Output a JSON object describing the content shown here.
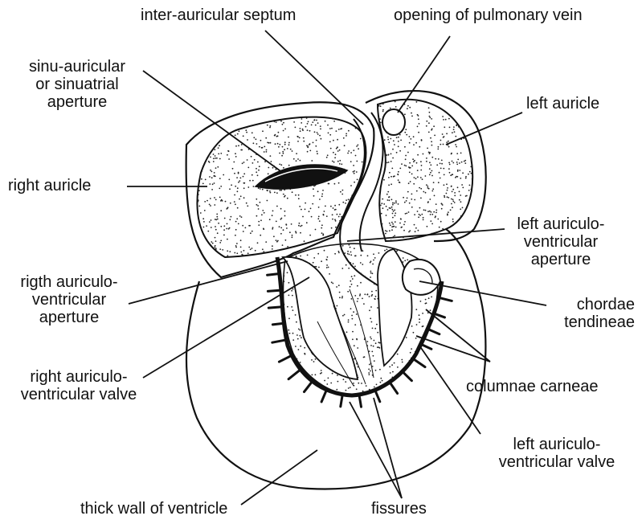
{
  "colors": {
    "ink": "#111111",
    "background": "#ffffff",
    "stipple": "#222222"
  },
  "labels": {
    "inter_auricular_septum": "inter-auricular septum",
    "opening_of_pulmonary_vein": "opening of pulmonary vein",
    "sinu_auricular": [
      "sinu-auricular",
      "or sinuatrial",
      "aperture"
    ],
    "left_auricle": "left auricle",
    "right_auricle": "right auricle",
    "left_av_aperture": [
      "left auriculo-",
      "ventricular",
      "aperture"
    ],
    "right_av_aperture": [
      "rigth auriculo-",
      "ventricular",
      "aperture"
    ],
    "chordae_tendineae": [
      "chordae",
      "tendineae"
    ],
    "right_av_valve": [
      "right auriculo-",
      "ventricular valve"
    ],
    "columnae_carneae": "columnae carneae",
    "left_av_valve": [
      "left auriculo-",
      "ventricular valve"
    ],
    "thick_wall_of_ventricle": "thick wall of ventricle",
    "fissures": "fissures"
  }
}
